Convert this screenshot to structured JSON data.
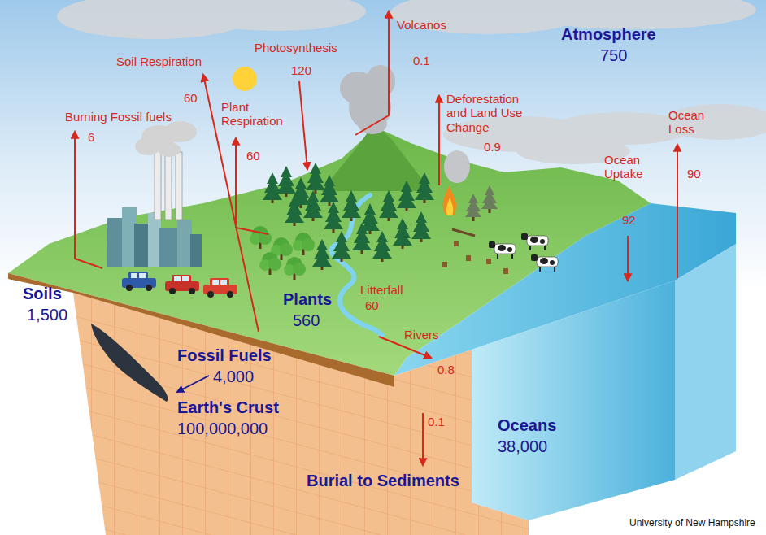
{
  "diagram": {
    "labels": [
      "Soil Respiration",
      "60",
      "Photosynthesis",
      "120",
      "Volcanos",
      "0.1",
      "Atmosphere",
      "750",
      "Burning Fossil fuels",
      "6",
      "Plant Respiration",
      "60",
      "Deforestation and Land Use Change",
      "0.9",
      "Ocean Loss",
      "90",
      "Ocean Uptake",
      "92",
      "Soils",
      "1,500",
      "Plants",
      "560",
      "Litterfall",
      "60",
      "Rivers",
      "0.8",
      "Fossil Fuels",
      "4,000",
      "Earth's Crust",
      "100,000,000",
      "0.1",
      "Oceans",
      "38,000",
      "Burial to Sediments",
      "University of New Hampshire"
    ]
  }
}
